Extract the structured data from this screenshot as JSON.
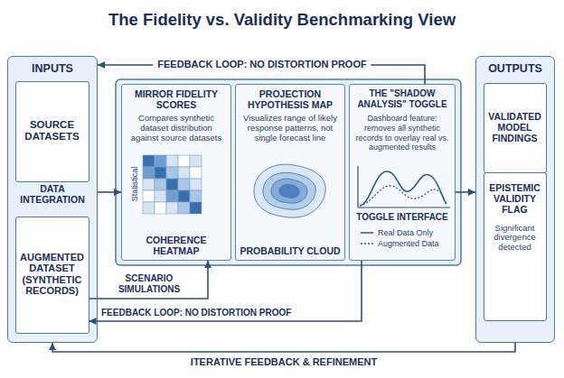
{
  "diagram": {
    "title": "The Fidelity vs. Validity Benchmarking View",
    "nodes": [
      {
        "text": [
          "INPUTS"
        ]
      },
      {
        "text": [
          "SOURCE DATASETS"
        ],
        "in": 0
      },
      {
        "text": [
          "AUGMENTED DATASET (SYNTHETIC RECORDS)"
        ],
        "in": 0
      },
      {
        "text": [
          "MIRROR FIDELITY SCORES",
          "Compares synthetic dataset distribution against source datasets",
          "COHERENCE HEATMAP"
        ]
      },
      {
        "text": [
          "PROJECTION HYPOTHESIS MAP",
          "Visualizes range of likely response patterns, not single forecast line",
          "PROBABILITY CLOUD"
        ]
      },
      {
        "text": [
          "THE \"SHADOW ANALYSIS\" TOGGLE",
          "Dashboard feature: removes all synthetic records to overlay real vs. augmented results",
          "TOGGLE INTERFACE"
        ]
      },
      {
        "text": [
          "OUTPUTS"
        ]
      },
      {
        "text": [
          "VALIDATED MODEL FINDINGS"
        ],
        "in": 6
      },
      {
        "text": [
          "EPISTEMIC VALIDITY FLAG",
          "Significant divergence detected"
        ],
        "in": 6
      }
    ],
    "edges": [
      {
        "from": 5,
        "to": 0,
        "arrow": "to",
        "label": "FEEDBACK LOOP: NO DISTORTION PROOF"
      },
      {
        "from": 0,
        "to": 3,
        "arrow": "to",
        "label": "DATA INTEGRATION"
      },
      {
        "from": 5,
        "to": 6,
        "arrow": "to"
      },
      {
        "from": 2,
        "to": 3,
        "arrow": "to",
        "label": "SCENARIO SIMULATIONS"
      },
      {
        "from": 5,
        "to": 2,
        "arrow": "to",
        "label": "FEEDBACK LOOP: NO DISTORTION PROOF"
      },
      {
        "from": 6,
        "to": 0,
        "arrow": "to",
        "label": "ITERATIVE FEEDBACK & REFINEMENT"
      }
    ],
    "labels": [
      "Statistical"
    ],
    "legend": [
      {
        "text": "Real Data Only"
      },
      {
        "text": "Augmented Data"
      }
    ]
  }
}
